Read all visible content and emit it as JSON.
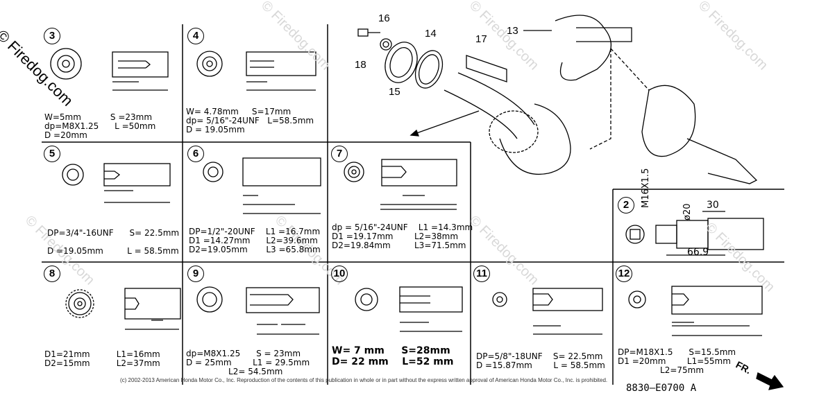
{
  "watermark": "© Firedog.com",
  "copyright": "(c) 2002-2013 American Honda Motor Co., Inc. Reproduction of the contents of this publication in whole or in part without the express written approval of American Honda Motor Co., Inc. is prohibited.",
  "drawing_code": "8830—E0700 A",
  "fr_label": "FR.",
  "callouts": {
    "c13": "13",
    "c14": "14",
    "c15": "15",
    "c16": "16",
    "c17": "17",
    "c18": "18"
  },
  "panels": {
    "p3": {
      "num": "3",
      "spec": "W=5mm           S =23mm\ndp=M8X1.25      L =50mm\nD =20mm"
    },
    "p4": {
      "num": "4",
      "spec": "W= 4.78mm     S=17mm\ndp= 5/16\"-24UNF   L=58.5mm\nD = 19.05mm"
    },
    "p5": {
      "num": "5",
      "spec": "DP=3/4\"-16UNF      S= 22.5mm\n\nD =19.05mm         L = 58.5mm"
    },
    "p6": {
      "num": "6",
      "spec": "DP=1/2\"-20UNF    L1 =16.7mm\nD1 =14.27mm      L2=39.6mm\nD2=19.05mm       L3 =65.8mm"
    },
    "p7": {
      "num": "7",
      "spec": "dp = 5/16\"-24UNF    L1 =14.3mm\nD1 =19.17mm        L2=38mm\nD2=19.84mm         L3=71.5mm"
    },
    "p2": {
      "num": "2",
      "m_label": "M16X1.5",
      "d_label": "ø20",
      "dim30": "30",
      "dim669": "66.9"
    },
    "p8": {
      "num": "8",
      "spec": "D1=21mm          L1=16mm\nD2=15mm          L2=37mm"
    },
    "p9": {
      "num": "9",
      "spec": "dp=M8X1.25      S = 23mm\nD = 25mm        L1 = 29.5mm\n                L2= 54.5mm"
    },
    "p10": {
      "num": "10",
      "spec": "W= 7 mm     S=28mm\nD= 22 mm    L=52 mm"
    },
    "p11": {
      "num": "11",
      "spec": "DP=5/8\"-18UNF    S= 22.5mm\nD =15.87mm        L = 58.5mm"
    },
    "p12": {
      "num": "12",
      "spec": "DP=M18X1.5      S=15.5mm\nD1 =20mm        L1=55mm\n                L2=75mm"
    }
  }
}
